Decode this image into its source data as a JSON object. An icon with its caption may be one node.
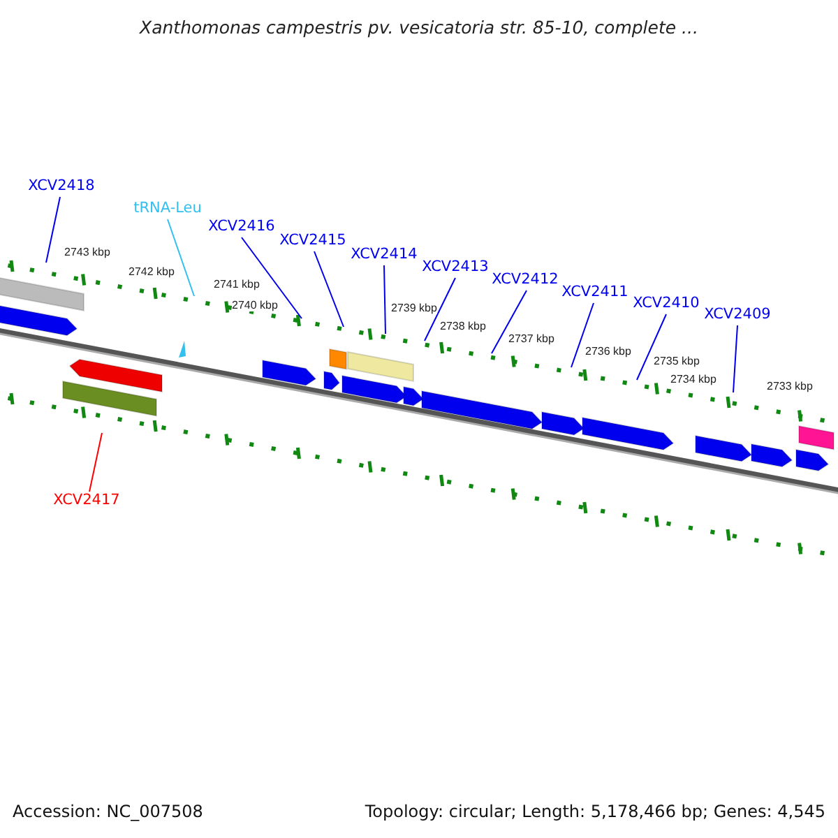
{
  "diagram": {
    "title": "Xanthomonas campestris pv. vesicatoria str. 85-10, complete ...",
    "nodes": [
      {
        "text": [
          "XCV2418"
        ]
      },
      {
        "text": [
          "tRNA-Leu"
        ]
      },
      {
        "text": [
          "XCV2416"
        ]
      },
      {
        "text": [
          "XCV2415"
        ]
      },
      {
        "text": [
          "XCV2414"
        ]
      },
      {
        "text": [
          "XCV2413"
        ]
      },
      {
        "text": [
          "XCV2412"
        ]
      },
      {
        "text": [
          "XCV2411"
        ]
      },
      {
        "text": [
          "XCV2410"
        ]
      },
      {
        "text": [
          "XCV2409"
        ]
      },
      {
        "text": [
          "XCV2417"
        ]
      }
    ],
    "edges": [
      {
        "from": 0,
        "to": null,
        "arrow": "none"
      },
      {
        "from": 1,
        "to": null,
        "arrow": "none",
        "color": "#33c0ee"
      },
      {
        "from": 2,
        "to": null,
        "arrow": "none"
      },
      {
        "from": 3,
        "to": null,
        "arrow": "none"
      },
      {
        "from": 4,
        "to": null,
        "arrow": "none"
      },
      {
        "from": 5,
        "to": null,
        "arrow": "none"
      },
      {
        "from": 6,
        "to": null,
        "arrow": "none"
      },
      {
        "from": 7,
        "to": null,
        "arrow": "none"
      },
      {
        "from": 8,
        "to": null,
        "arrow": "none"
      },
      {
        "from": 9,
        "to": null,
        "arrow": "none"
      },
      {
        "from": 10,
        "to": null,
        "arrow": "none",
        "color": "#ff0000"
      }
    ],
    "labels": [
      "2743 kbp",
      "2742 kbp",
      "2741 kbp",
      "2740 kbp",
      "2739 kbp",
      "2738 kbp",
      "2737 kbp",
      "2736 kbp",
      "2735 kbp",
      "2734 kbp",
      "2733 kbp",
      "Accession: NC_007508",
      "Topology: circular; Length: 5,178,466 bp; Genes: 4,545"
    ]
  }
}
